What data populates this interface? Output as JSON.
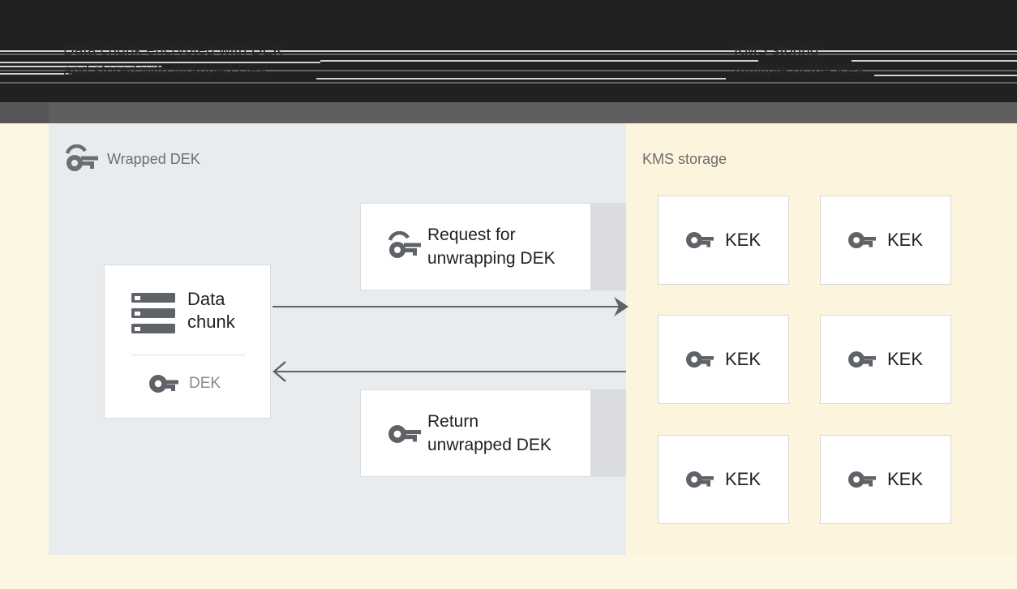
{
  "header": {
    "left_caption": "Data chunk encrypted with DEK\nand stored with wrapped DEK",
    "right_caption": "KMS storing\nmultiple of the KEK"
  },
  "panels": {
    "left": {
      "title": "Wrapped DEK",
      "icon": "wrapped-key-icon",
      "background_color": "#e8ecef"
    },
    "right": {
      "title": "KMS storage",
      "background_color": "#fdf4dd"
    }
  },
  "data_chunk_card": {
    "title": "Data\nchunk",
    "icon": "server-stack-icon",
    "key_label": "DEK",
    "key_icon": "key-icon"
  },
  "messages": [
    {
      "id": "request",
      "label": "Request for\nunwrapping DEK",
      "icon": "wrapped-key-icon"
    },
    {
      "id": "return",
      "label": "Return\nunwrapped DEK",
      "icon": "key-icon"
    }
  ],
  "arrows": [
    {
      "id": "to-kms",
      "direction": "right",
      "label": ""
    },
    {
      "id": "from-kms",
      "direction": "left",
      "label": ""
    }
  ],
  "kms_storage": {
    "keys": [
      {
        "label": "KEK",
        "icon": "key-icon"
      },
      {
        "label": "KEK",
        "icon": "key-icon"
      },
      {
        "label": "KEK",
        "icon": "key-icon"
      },
      {
        "label": "KEK",
        "icon": "key-icon"
      },
      {
        "label": "KEK",
        "icon": "key-icon"
      },
      {
        "label": "KEK",
        "icon": "key-icon"
      }
    ]
  },
  "colors": {
    "header_dark": "#212121",
    "header_gray": "#5f5f5f",
    "left_panel": "#e8ecef",
    "right_panel": "#fdf4dd",
    "page_background": "#fdf6e3",
    "card_white": "#ffffff",
    "band_gray": "#dadce0",
    "icon_gray": "#5f6368",
    "text_dark": "#202124",
    "text_muted": "#8a8a8a"
  }
}
